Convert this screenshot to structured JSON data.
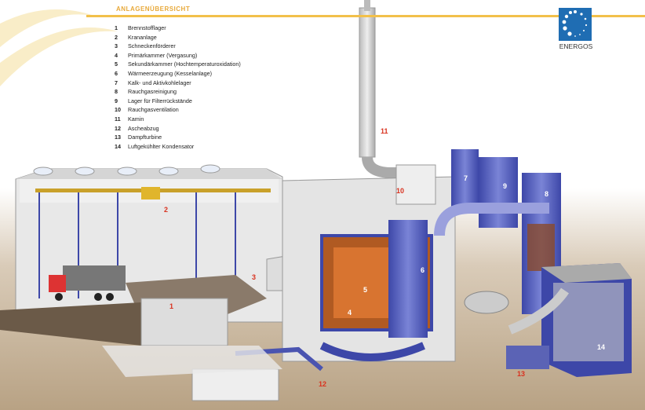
{
  "header": {
    "title": "ANLAGENÜBERSICHT"
  },
  "logo": {
    "name": "ENERGOS",
    "color": "#1f6db3"
  },
  "legend": [
    {
      "num": "1",
      "label": "Brennstofflager"
    },
    {
      "num": "2",
      "label": "Krananlage"
    },
    {
      "num": "3",
      "label": "Schneckenförderer"
    },
    {
      "num": "4",
      "label": "Primärkammer (Vergasung)"
    },
    {
      "num": "5",
      "label": "Sekundärkammer (Hochtemperaturoxidation)"
    },
    {
      "num": "6",
      "label": "Wärmeerzeugung (Kesselanlage)"
    },
    {
      "num": "7",
      "label": "Kalk- und Aktivkohlelager"
    },
    {
      "num": "8",
      "label": "Rauchgasreinigung"
    },
    {
      "num": "9",
      "label": "Lager für Filterrückstände"
    },
    {
      "num": "10",
      "label": "Rauchgasventilation"
    },
    {
      "num": "11",
      "label": "Kamin"
    },
    {
      "num": "12",
      "label": "Ascheabzug"
    },
    {
      "num": "13",
      "label": "Dampfturbine"
    },
    {
      "num": "14",
      "label": "Luftgekühlter Kondensator"
    }
  ],
  "markers": [
    "1",
    "2",
    "3",
    "4",
    "5",
    "6",
    "7",
    "8",
    "9",
    "10",
    "11",
    "12",
    "13",
    "14"
  ],
  "colors": {
    "accent": "#f2c04a",
    "marker": "#d9321f",
    "plant": "#5b63b5"
  }
}
